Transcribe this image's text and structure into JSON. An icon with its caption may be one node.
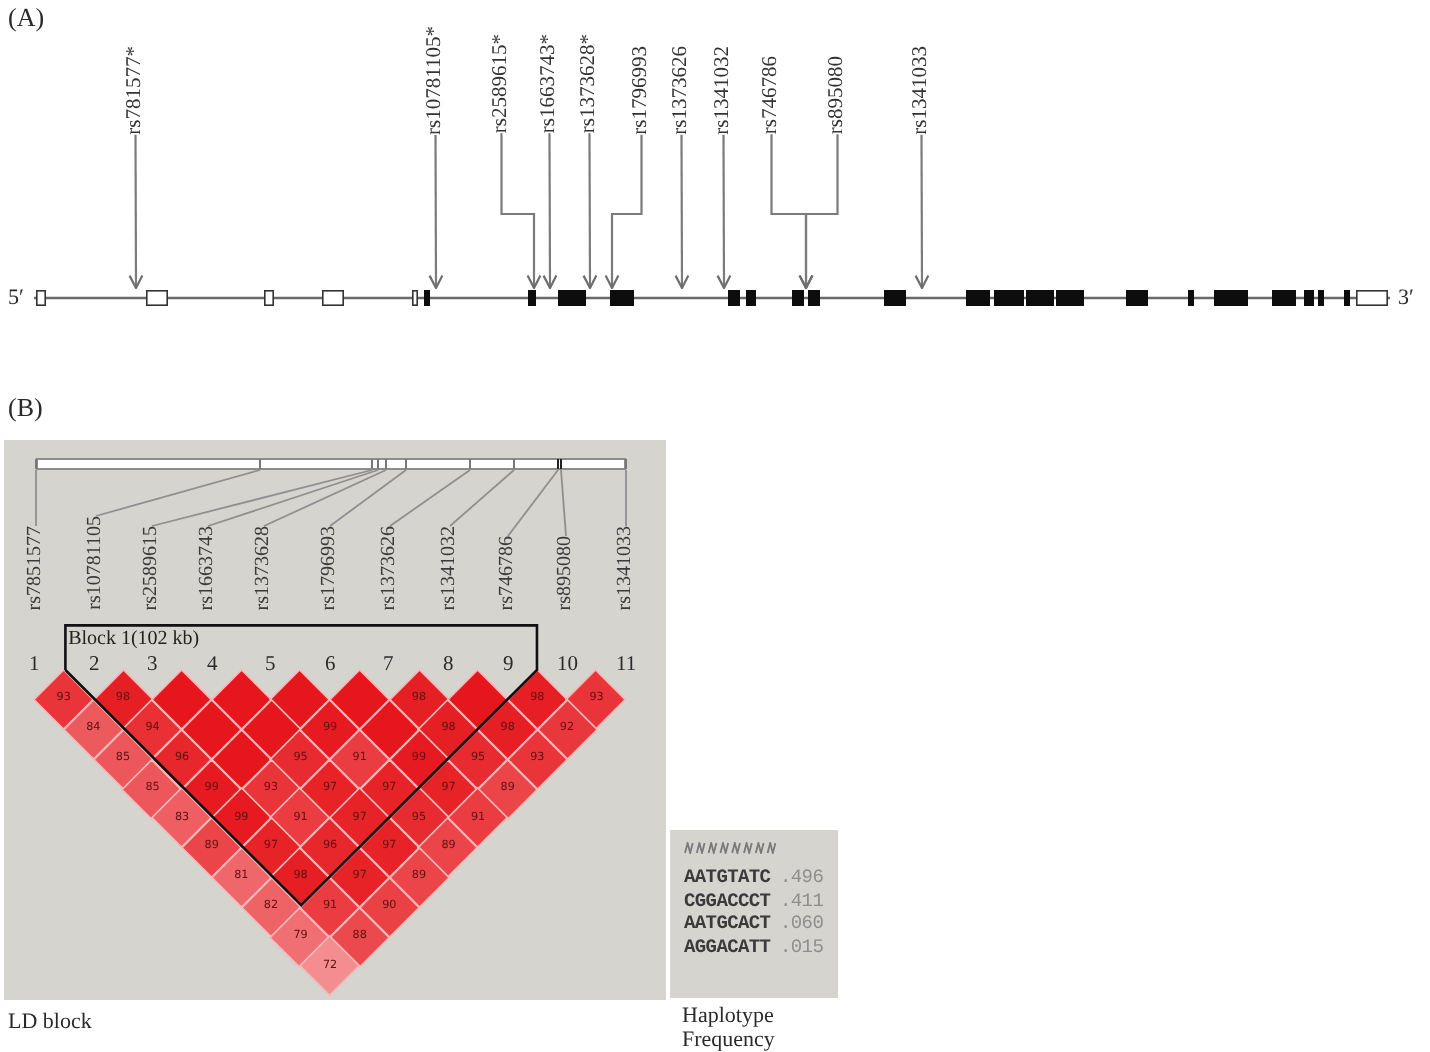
{
  "diagram": {
    "nodes": [
      {
        "text": [
          "rs781577*"
        ]
      },
      {
        "text": [
          "rs10781105*"
        ]
      },
      {
        "text": [
          "rs2589615*"
        ]
      },
      {
        "text": [
          "rs1663743*"
        ]
      },
      {
        "text": [
          "rs1373628*"
        ]
      },
      {
        "text": [
          "rs1796993"
        ]
      },
      {
        "text": [
          "rs1373626"
        ]
      },
      {
        "text": [
          "rs1341032"
        ]
      },
      {
        "text": [
          "rs746786"
        ]
      },
      {
        "text": [
          "rs895080"
        ]
      },
      {
        "text": [
          "rs1341033"
        ]
      },
      {
        "text": [],
        "shape": "picture",
        "beside": [
          "5′",
          "3′"
        ]
      },
      {
        "text": [],
        "shape": "bar"
      },
      {
        "text": [
          "rs7851577"
        ]
      },
      {
        "text": [
          "rs10781105"
        ]
      },
      {
        "text": [
          "rs2589615"
        ]
      },
      {
        "text": [
          "rs1663743"
        ]
      },
      {
        "text": [
          "rs1373628"
        ]
      },
      {
        "text": [
          "rs1796993"
        ]
      },
      {
        "text": [
          "rs1373626"
        ]
      },
      {
        "text": [
          "rs1341032"
        ]
      },
      {
        "text": [
          "rs746786"
        ]
      },
      {
        "text": [
          "rs895080"
        ]
      },
      {
        "text": [
          "rs1341033"
        ]
      },
      {
        "text": [
          "Block 1(102 kb)"
        ]
      },
      {
        "text": [
          "93"
        ]
      },
      {
        "text": [
          "98"
        ],
        "in": 24
      },
      {
        "text": [],
        "shape": "diamond",
        "in": 24
      },
      {
        "text": [],
        "shape": "diamond",
        "in": 24
      },
      {
        "text": [],
        "shape": "diamond",
        "in": 24
      },
      {
        "text": [],
        "shape": "diamond",
        "in": 24
      },
      {
        "text": [
          "98"
        ],
        "in": 24
      },
      {
        "text": [],
        "shape": "diamond",
        "in": 24
      },
      {
        "text": [
          "98"
        ]
      },
      {
        "text": [
          "93"
        ]
      },
      {
        "text": [
          "84"
        ]
      },
      {
        "text": [
          "94"
        ],
        "in": 24
      },
      {
        "text": [],
        "shape": "diamond",
        "in": 24
      },
      {
        "text": [],
        "shape": "diamond",
        "in": 24
      },
      {
        "text": [
          "99"
        ],
        "in": 24
      },
      {
        "text": [],
        "shape": "diamond",
        "in": 24
      },
      {
        "text": [
          "98"
        ],
        "in": 24
      },
      {
        "text": [
          "98"
        ]
      },
      {
        "text": [
          "92"
        ]
      },
      {
        "text": [
          "85"
        ]
      },
      {
        "text": [
          "96"
        ],
        "in": 24
      },
      {
        "text": [],
        "shape": "diamond",
        "in": 24
      },
      {
        "text": [
          "95"
        ],
        "in": 24
      },
      {
        "text": [
          "91"
        ],
        "in": 24
      },
      {
        "text": [
          "99"
        ],
        "in": 24
      },
      {
        "text": [
          "95"
        ]
      },
      {
        "text": [
          "93"
        ]
      },
      {
        "text": [
          "85"
        ]
      },
      {
        "text": [
          "99"
        ],
        "in": 24
      },
      {
        "text": [
          "93"
        ],
        "in": 24
      },
      {
        "text": [
          "97"
        ],
        "in": 24
      },
      {
        "text": [
          "97"
        ],
        "in": 24
      },
      {
        "text": [
          "97"
        ]
      },
      {
        "text": [
          "89"
        ]
      },
      {
        "text": [
          "83"
        ]
      },
      {
        "text": [
          "99"
        ],
        "in": 24
      },
      {
        "text": [
          "91"
        ],
        "in": 24
      },
      {
        "text": [
          "97"
        ],
        "in": 24
      },
      {
        "text": [
          "95"
        ]
      },
      {
        "text": [
          "91"
        ]
      },
      {
        "text": [
          "89"
        ]
      },
      {
        "text": [
          "97"
        ],
        "in": 24
      },
      {
        "text": [
          "96"
        ],
        "in": 24
      },
      {
        "text": [
          "97"
        ]
      },
      {
        "text": [
          "89"
        ]
      },
      {
        "text": [
          "81"
        ]
      },
      {
        "text": [
          "98"
        ],
        "in": 24
      },
      {
        "text": [
          "97"
        ]
      },
      {
        "text": [
          "89"
        ]
      },
      {
        "text": [
          "82"
        ]
      },
      {
        "text": [
          "91"
        ]
      },
      {
        "text": [
          "90"
        ]
      },
      {
        "text": [
          "79"
        ]
      },
      {
        "text": [
          "88"
        ]
      },
      {
        "text": [
          "72"
        ]
      }
    ],
    "edges": [
      {
        "from": 0,
        "to": 11,
        "arrow": "to"
      },
      {
        "from": 1,
        "to": 11,
        "arrow": "to"
      },
      {
        "from": 2,
        "to": 11,
        "arrow": "to"
      },
      {
        "from": 3,
        "to": 11,
        "arrow": "to"
      },
      {
        "from": 4,
        "to": 11,
        "arrow": "to"
      },
      {
        "from": 5,
        "to": 11,
        "arrow": "to"
      },
      {
        "from": 6,
        "to": 11,
        "arrow": "to"
      },
      {
        "from": 7,
        "to": 11,
        "arrow": "to"
      },
      {
        "from": 8,
        "to": 11,
        "arrow": "to"
      },
      {
        "from": 9,
        "to": 11,
        "arrow": "to"
      },
      {
        "from": 10,
        "to": 11,
        "arrow": "to"
      },
      {
        "from": 13,
        "to": 12,
        "arrow": "none"
      },
      {
        "from": 14,
        "to": 12,
        "arrow": "none"
      },
      {
        "from": 15,
        "to": 12,
        "arrow": "none"
      },
      {
        "from": 16,
        "to": 12,
        "arrow": "none"
      },
      {
        "from": 17,
        "to": 12,
        "arrow": "none"
      },
      {
        "from": 18,
        "to": 12,
        "arrow": "none"
      },
      {
        "from": 19,
        "to": 12,
        "arrow": "none"
      },
      {
        "from": 20,
        "to": 12,
        "arrow": "none"
      },
      {
        "from": 21,
        "to": 12,
        "arrow": "none"
      },
      {
        "from": 22,
        "to": 12,
        "arrow": "none"
      },
      {
        "from": 23,
        "to": 12,
        "arrow": "none"
      }
    ],
    "labels": [
      "(A)",
      "(B)",
      "1",
      "2",
      "3",
      "4",
      "5",
      "6",
      "7",
      "8",
      "9",
      "10",
      "11",
      "AATGTATC",
      ".496",
      "CGGACCCT",
      ".411",
      "AATGCACT",
      ".060",
      "AGGACATT",
      ".015",
      "LD block",
      "Haplotype Frequency"
    ]
  }
}
